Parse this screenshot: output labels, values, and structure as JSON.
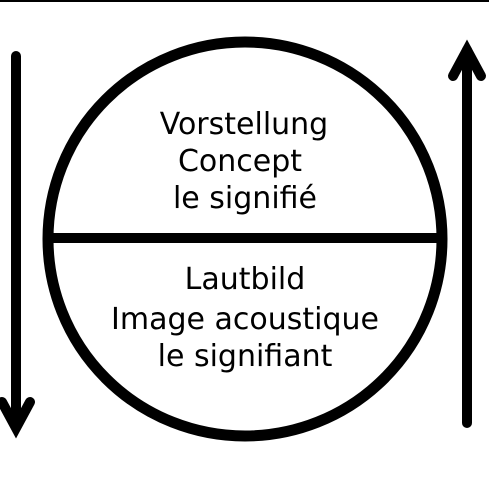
{
  "diagram": {
    "upper_section": {
      "line1": "Vorstellung",
      "line2": "Concept",
      "line3": "le signifié"
    },
    "lower_section": {
      "line1": "Lautbild",
      "line2": "Image acoustique",
      "line3": "le signifiant"
    },
    "left_arrow_direction": "down",
    "right_arrow_direction": "up"
  },
  "colors": {
    "stroke": "#000000",
    "background": "#ffffff"
  }
}
